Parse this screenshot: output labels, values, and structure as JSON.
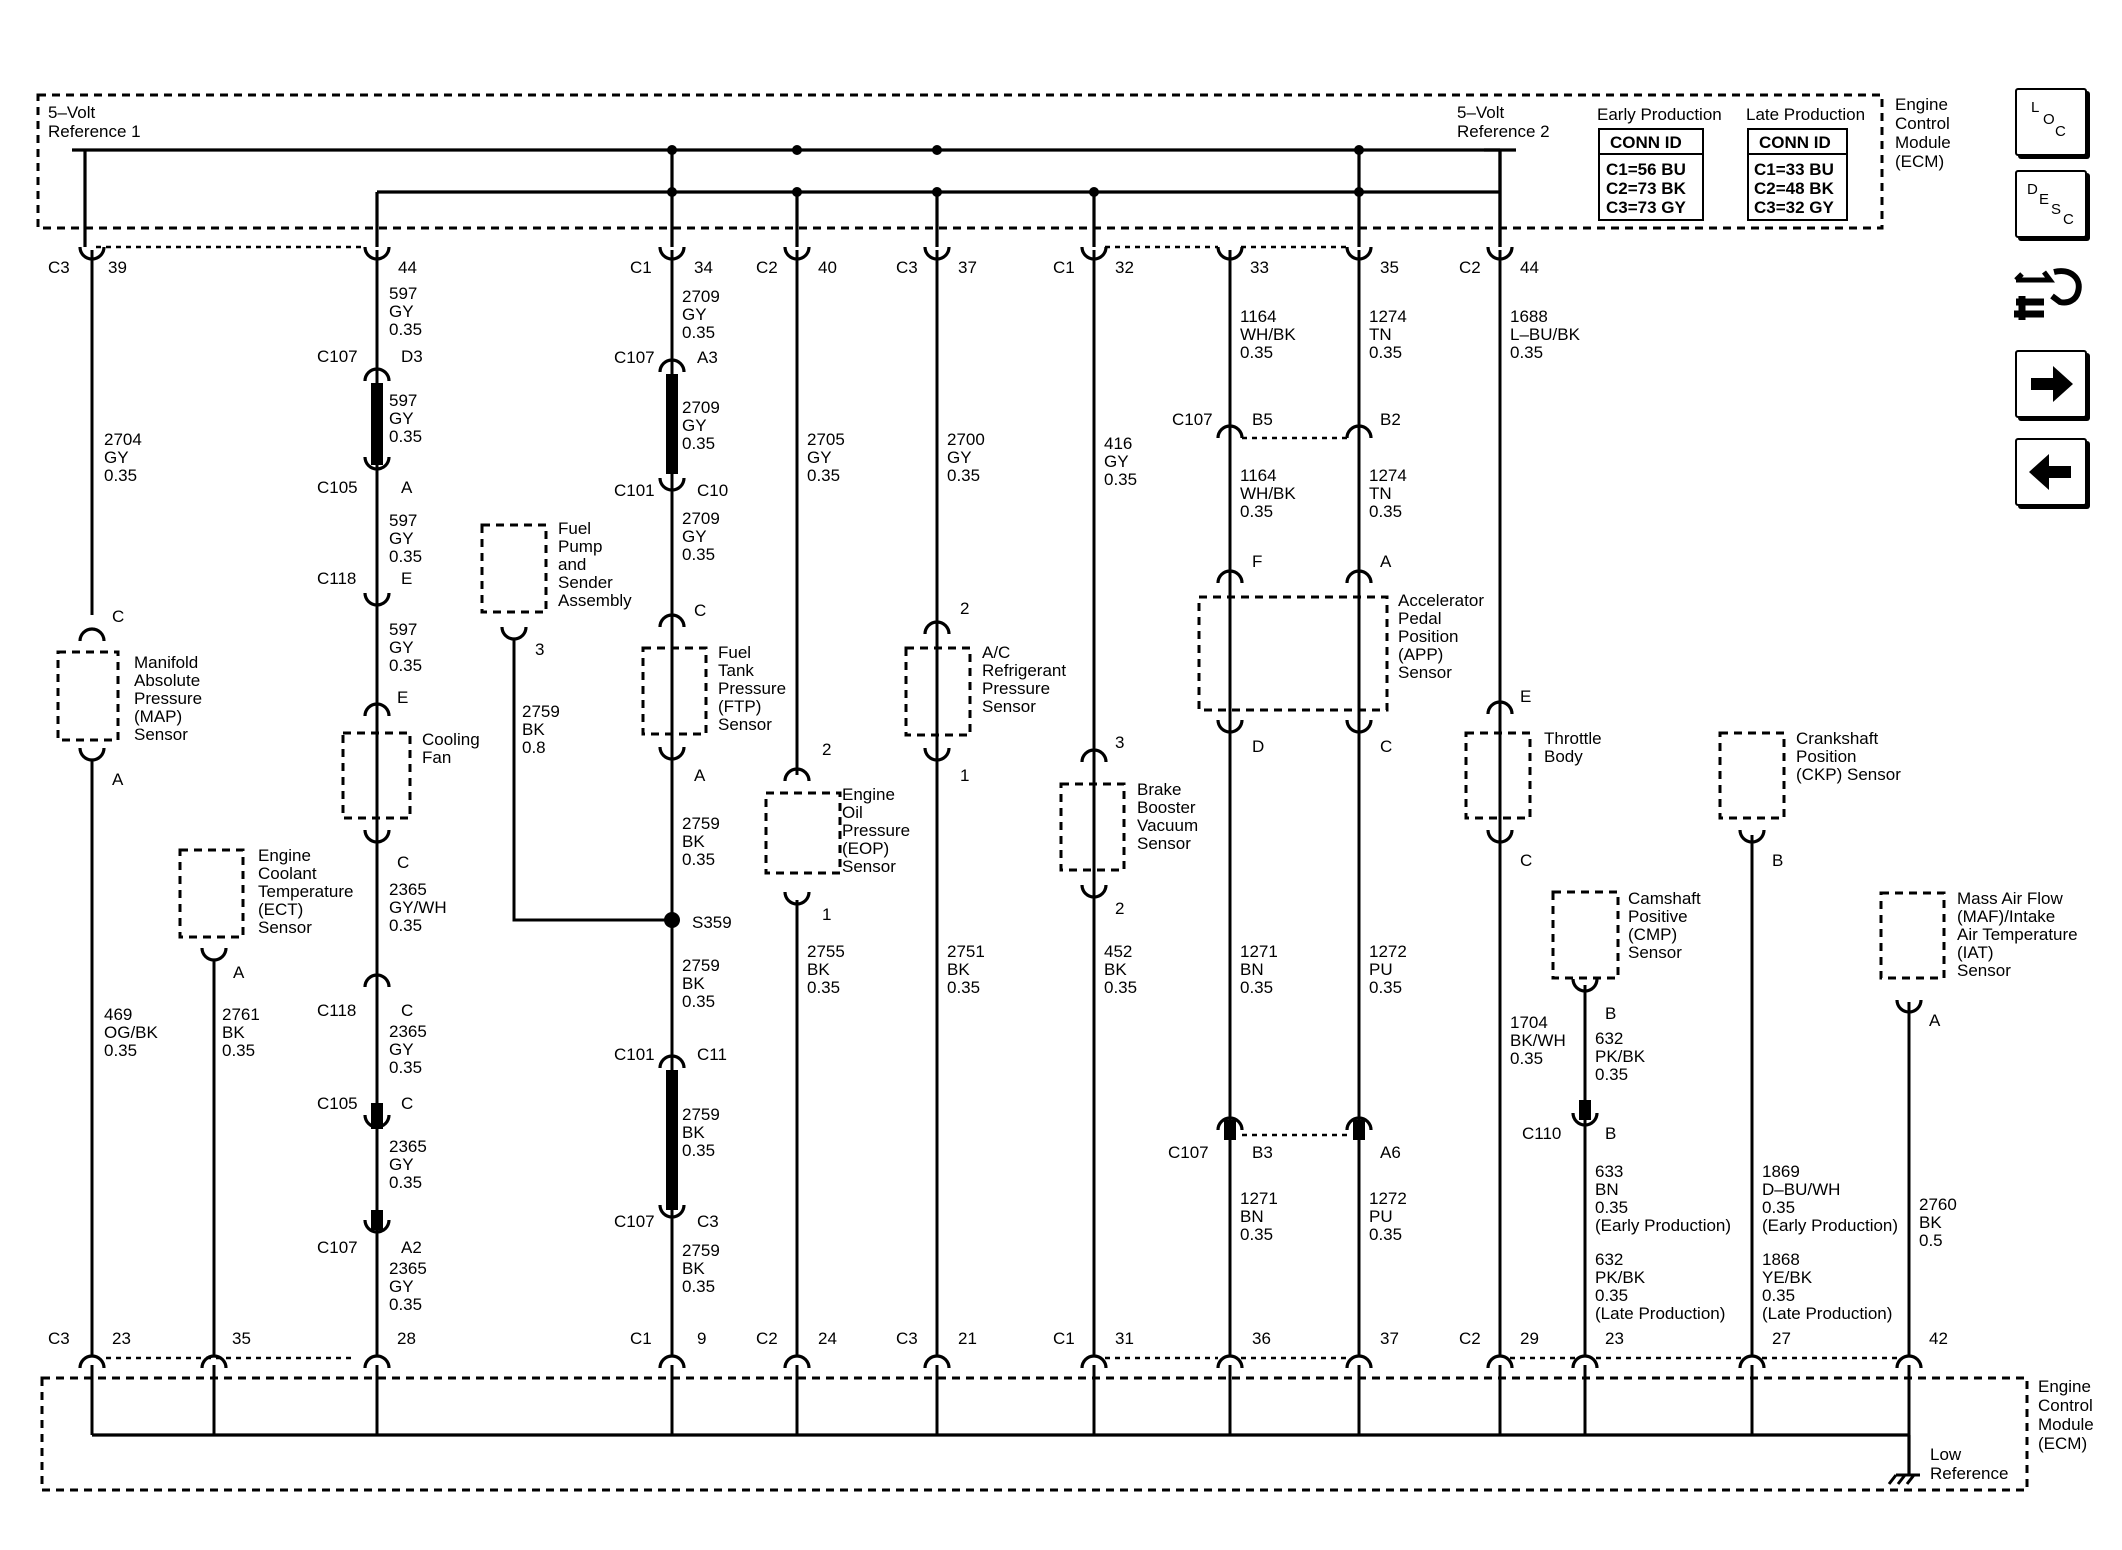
{
  "ecm_label": [
    "Engine",
    "Control",
    "Module",
    "(ECM)"
  ],
  "ref1": [
    "5–Volt",
    "Reference 1"
  ],
  "ref2": [
    "5–Volt",
    "Reference 2"
  ],
  "low_ref": [
    "Low",
    "Reference"
  ],
  "conn_id": {
    "early_title": "Early Production",
    "late_title": "Late Production",
    "header": "CONN ID",
    "early": [
      "C1=56 BU",
      "C2=73 BK",
      "C3=73 GY"
    ],
    "late": [
      "C1=33 BU",
      "C2=48 BK",
      "C3=32 GY"
    ]
  },
  "top_pins": [
    {
      "conn": "C3",
      "pin": "39"
    },
    {
      "conn": "",
      "pin": "44"
    },
    {
      "conn": "C1",
      "pin": "34"
    },
    {
      "conn": "C2",
      "pin": "40"
    },
    {
      "conn": "C3",
      "pin": "37"
    },
    {
      "conn": "C1",
      "pin": "32"
    },
    {
      "conn": "",
      "pin": "33"
    },
    {
      "conn": "",
      "pin": "35"
    },
    {
      "conn": "C2",
      "pin": "44"
    }
  ],
  "bottom_pins": [
    {
      "conn": "C3",
      "pin": "23"
    },
    {
      "conn": "",
      "pin": "35"
    },
    {
      "conn": "",
      "pin": "28"
    },
    {
      "conn": "C1",
      "pin": "9"
    },
    {
      "conn": "C2",
      "pin": "24"
    },
    {
      "conn": "C3",
      "pin": "21"
    },
    {
      "conn": "C1",
      "pin": "31"
    },
    {
      "conn": "",
      "pin": "36"
    },
    {
      "conn": "",
      "pin": "37"
    },
    {
      "conn": "C2",
      "pin": "29"
    },
    {
      "conn": "",
      "pin": "23"
    },
    {
      "conn": "",
      "pin": "27"
    },
    {
      "conn": "",
      "pin": "42"
    }
  ],
  "inline": [
    {
      "conn": "C107",
      "pin": "D3"
    },
    {
      "conn": "C105",
      "pin": "A"
    },
    {
      "conn": "C118",
      "pin": "E"
    },
    {
      "conn": "C118",
      "pin": "C"
    },
    {
      "conn": "C105",
      "pin": "C"
    },
    {
      "conn": "C107",
      "pin": "A2"
    },
    {
      "conn": "C107",
      "pin": "A3"
    },
    {
      "conn": "C101",
      "pin": "C10"
    },
    {
      "conn": "C101",
      "pin": "C11"
    },
    {
      "conn": "C107",
      "pin": "C3"
    },
    {
      "conn": "C107",
      "pin": "B5"
    },
    {
      "conn": "",
      "pin": "B2"
    },
    {
      "conn": "C107",
      "pin": "B3"
    },
    {
      "conn": "",
      "pin": "A6"
    },
    {
      "conn": "C110",
      "pin": "B"
    }
  ],
  "splice": "S359",
  "wires": [
    [
      "2704",
      "GY",
      "0.35"
    ],
    [
      "597",
      "GY",
      "0.35"
    ],
    [
      "597",
      "GY",
      "0.35"
    ],
    [
      "597",
      "GY",
      "0.35"
    ],
    [
      "597",
      "GY",
      "0.35"
    ],
    [
      "2365",
      "GY/WH",
      "0.35"
    ],
    [
      "2365",
      "GY",
      "0.35"
    ],
    [
      "2365",
      "GY",
      "0.35"
    ],
    [
      "2365",
      "GY",
      "0.35"
    ],
    [
      "469",
      "OG/BK",
      "0.35"
    ],
    [
      "2761",
      "BK",
      "0.35"
    ],
    [
      "2759",
      "BK",
      "0.8"
    ],
    [
      "2709",
      "GY",
      "0.35"
    ],
    [
      "2709",
      "GY",
      "0.35"
    ],
    [
      "2709",
      "GY",
      "0.35"
    ],
    [
      "2759",
      "BK",
      "0.35"
    ],
    [
      "2759",
      "BK",
      "0.35"
    ],
    [
      "2759",
      "BK",
      "0.35"
    ],
    [
      "2759",
      "BK",
      "0.35"
    ],
    [
      "2705",
      "GY",
      "0.35"
    ],
    [
      "2755",
      "BK",
      "0.35"
    ],
    [
      "2700",
      "GY",
      "0.35"
    ],
    [
      "2751",
      "BK",
      "0.35"
    ],
    [
      "416",
      "GY",
      "0.35"
    ],
    [
      "452",
      "BK",
      "0.35"
    ],
    [
      "1164",
      "WH/BK",
      "0.35"
    ],
    [
      "1164",
      "WH/BK",
      "0.35"
    ],
    [
      "1271",
      "BN",
      "0.35"
    ],
    [
      "1271",
      "BN",
      "0.35"
    ],
    [
      "1274",
      "TN",
      "0.35"
    ],
    [
      "1274",
      "TN",
      "0.35"
    ],
    [
      "1272",
      "PU",
      "0.35"
    ],
    [
      "1272",
      "PU",
      "0.35"
    ],
    [
      "1688",
      "L–BU/BK",
      "0.35"
    ],
    [
      "1704",
      "BK/WH",
      "0.35"
    ],
    [
      "632",
      "PK/BK",
      "0.35"
    ],
    [
      "2760",
      "BK",
      "0.5"
    ]
  ],
  "wire_variants": {
    "w633": [
      "633",
      "BN",
      "0.35",
      "(Early Production)"
    ],
    "w632": [
      "632",
      "PK/BK",
      "0.35",
      "(Late Production)"
    ],
    "w1869": [
      "1869",
      "D–BU/WH",
      "0.35",
      "(Early Production)"
    ],
    "w1868": [
      "1868",
      "YE/BK",
      "0.35",
      "(Late Production)"
    ]
  },
  "components": {
    "map": [
      "Manifold",
      "Absolute",
      "Pressure",
      "(MAP)",
      "Sensor"
    ],
    "ect": [
      "Engine",
      "Coolant",
      "Temperature",
      "(ECT)",
      "Sensor"
    ],
    "fan": [
      "Cooling",
      "Fan"
    ],
    "fuelpump": [
      "Fuel",
      "Pump",
      "and",
      "Sender",
      "Assembly"
    ],
    "ftp": [
      "Fuel",
      "Tank",
      "Pressure",
      "(FTP)",
      "Sensor"
    ],
    "eop": [
      "Engine",
      "Oil",
      "Pressure",
      "(EOP)",
      "Sensor"
    ],
    "ac": [
      "A/C",
      "Refrigerant",
      "Pressure",
      "Sensor"
    ],
    "bbv": [
      "Brake",
      "Booster",
      "Vacuum",
      "Sensor"
    ],
    "app": [
      "Accelerator",
      "Pedal",
      "Position",
      "(APP)",
      "Sensor"
    ],
    "throttle": [
      "Throttle",
      "Body"
    ],
    "ckp": [
      "Crankshaft",
      "Position",
      "(CKP) Sensor"
    ],
    "cmp": [
      "Camshaft",
      "Positive",
      "(CMP)",
      "Sensor"
    ],
    "maf": [
      "Mass Air Flow",
      "(MAF)/Intake",
      "Air Temperature",
      "(IAT)",
      "Sensor"
    ]
  },
  "component_pins": [
    "C",
    "A",
    "E",
    "C",
    "A",
    "3",
    "C",
    "A",
    "2",
    "1",
    "2",
    "1",
    "3",
    "2",
    "F",
    "A",
    "D",
    "C",
    "E",
    "C",
    "B",
    "B",
    "A"
  ],
  "nav": {
    "loc": [
      "L",
      "O",
      "C"
    ],
    "desc": [
      "D",
      "E",
      "S",
      "C"
    ]
  }
}
